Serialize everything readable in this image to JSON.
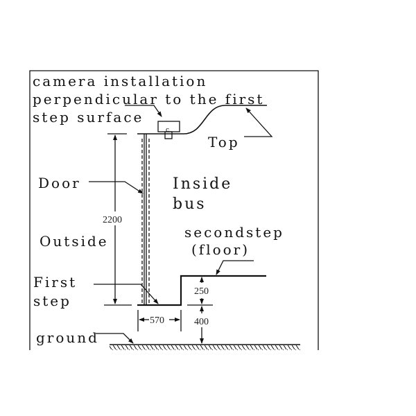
{
  "title_lines": [
    "camera installation",
    "perpendicular to the first",
    "step surface"
  ],
  "labels": {
    "top": "Top",
    "door": "Door",
    "inside": "Inside",
    "bus": "bus",
    "outside": "Outside",
    "secondstep": "secondstep",
    "floor": "(floor)",
    "first": "First",
    "step": "step",
    "ground": "ground",
    "camera_mark": "c"
  },
  "dimensions": {
    "door_height": "2200",
    "step_riser": "250",
    "ground_to_first_step": "400",
    "first_step_depth": "570"
  }
}
